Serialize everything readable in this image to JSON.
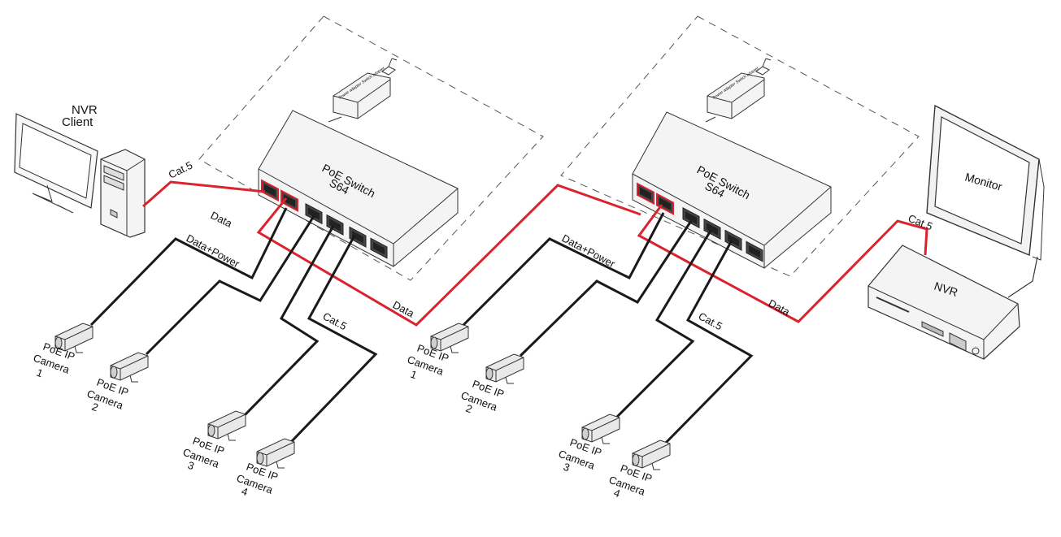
{
  "colors": {
    "data_cable": "#d9232e",
    "poe_cable": "#1a1a1a",
    "outline": "#333333",
    "dash": "#555555"
  },
  "left": {
    "client_label_1": "NVR",
    "client_label_2": "Client",
    "switch_line1": "PoE Switch",
    "switch_line2": "S64",
    "adapter_text": "Power adapter Switch adapter",
    "cat5_top": "Cat.5",
    "data_top": "Data",
    "data_power": "Data+Power",
    "data_mid": "Data",
    "cat5_lower": "Cat.5",
    "cameras": [
      {
        "l1": "PoE IP",
        "l2": "Camera",
        "l3": "1"
      },
      {
        "l1": "PoE IP",
        "l2": "Camera",
        "l3": "2"
      },
      {
        "l1": "PoE IP",
        "l2": "Camera",
        "l3": "3"
      },
      {
        "l1": "PoE IP",
        "l2": "Camera",
        "l3": "4"
      }
    ]
  },
  "right": {
    "switch_line1": "PoE Switch",
    "switch_line2": "S64",
    "adapter_text": "Power adapter Switch adapter",
    "data_power": "Data+Power",
    "cat5_lower": "Cat.5",
    "cat5_nvr": "Cat.5",
    "data_nvr": "Data",
    "monitor_label": "Monitor",
    "nvr_label": "NVR",
    "cameras": [
      {
        "l1": "PoE IP",
        "l2": "Camera",
        "l3": "1"
      },
      {
        "l1": "PoE IP",
        "l2": "Camera",
        "l3": "2"
      },
      {
        "l1": "PoE IP",
        "l2": "Camera",
        "l3": "3"
      },
      {
        "l1": "PoE IP",
        "l2": "Camera",
        "l3": "4"
      }
    ]
  }
}
